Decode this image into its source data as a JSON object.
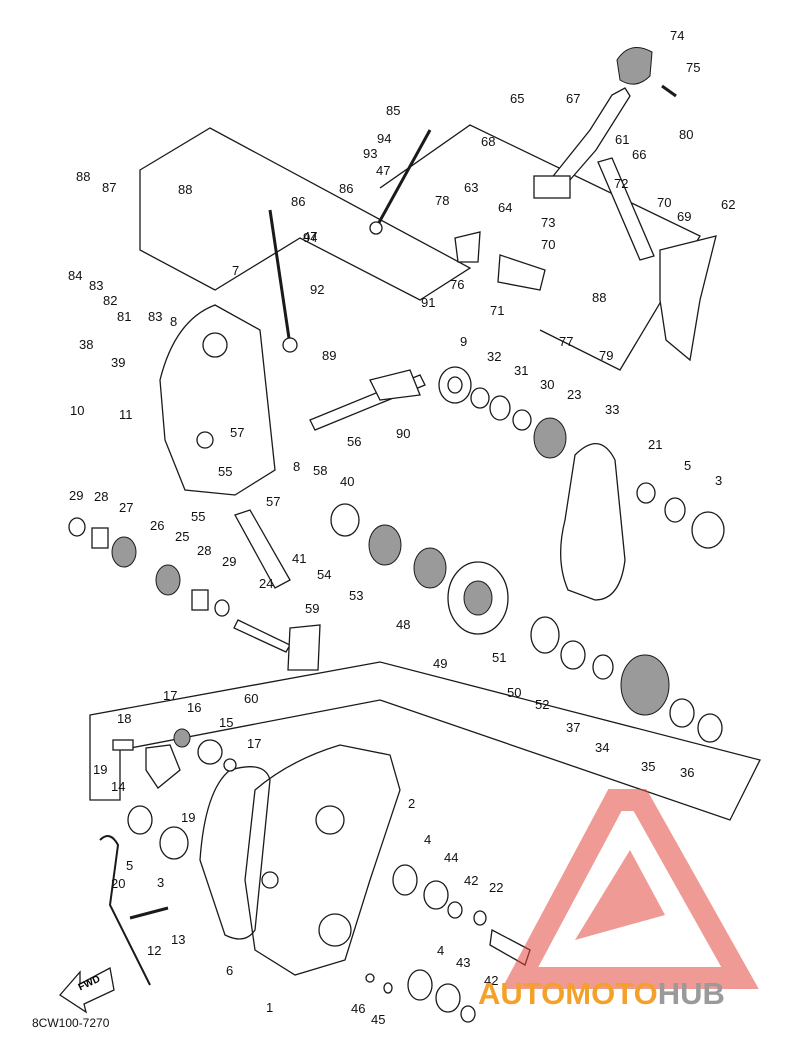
{
  "diagram": {
    "code": "8CW100-7270",
    "fwd_label": "FWD",
    "callouts": [
      "1",
      "2",
      "3",
      "3",
      "4",
      "4",
      "5",
      "5",
      "6",
      "7",
      "8",
      "8",
      "9",
      "10",
      "11",
      "12",
      "13",
      "14",
      "15",
      "16",
      "17",
      "17",
      "18",
      "19",
      "19",
      "20",
      "21",
      "22",
      "23",
      "24",
      "25",
      "26",
      "27",
      "28",
      "28",
      "29",
      "29",
      "30",
      "31",
      "32",
      "33",
      "34",
      "35",
      "36",
      "37",
      "38",
      "39",
      "40",
      "41",
      "42",
      "42",
      "43",
      "44",
      "45",
      "46",
      "47",
      "47",
      "48",
      "49",
      "50",
      "51",
      "52",
      "53",
      "54",
      "55",
      "55",
      "56",
      "57",
      "57",
      "58",
      "59",
      "60",
      "61",
      "62",
      "63",
      "64",
      "65",
      "66",
      "67",
      "68",
      "69",
      "70",
      "70",
      "71",
      "72",
      "73",
      "74",
      "75",
      "76",
      "77",
      "78",
      "79",
      "80",
      "81",
      "82",
      "83",
      "83",
      "84",
      "85",
      "86",
      "86",
      "87",
      "88",
      "88",
      "88",
      "89",
      "90",
      "91",
      "92",
      "93",
      "94",
      "94"
    ]
  },
  "watermark": {
    "word_part1": "AUTOMOTO",
    "word_part2": "HUB",
    "colors": {
      "triangle": "#e5483f",
      "orange": "#f4a12b",
      "gray": "#9a9a9a"
    }
  }
}
